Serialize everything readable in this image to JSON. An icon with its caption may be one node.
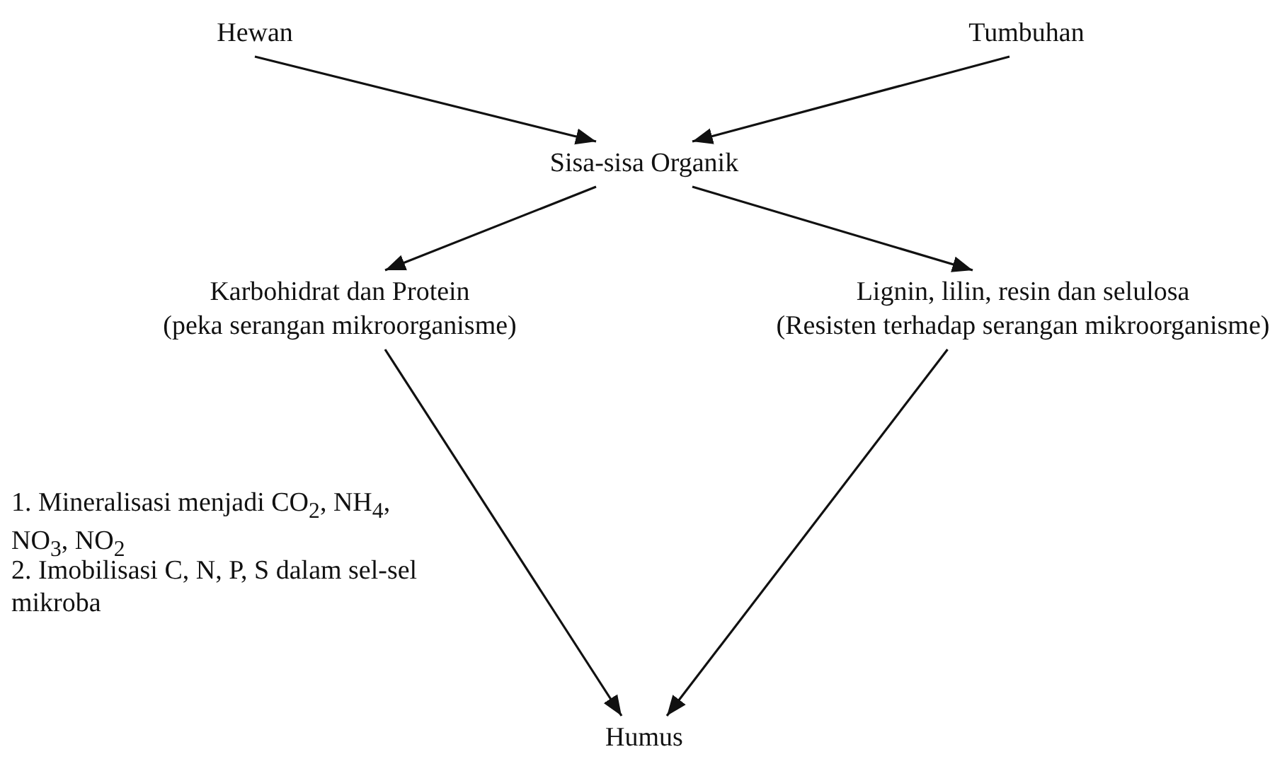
{
  "diagram": {
    "nodes": [
      {
        "text": [
          "Hewan"
        ]
      },
      {
        "text": [
          "Tumbuhan"
        ]
      },
      {
        "text": [
          "Sisa-sisa Organik"
        ]
      },
      {
        "text": [
          "Karbohidrat dan Protein",
          "(peka serangan mikroorganisme)"
        ]
      },
      {
        "text": [
          "Lignin, lilin, resin dan selulosa",
          "(Resisten terhadap serangan mikroorganisme)"
        ]
      },
      {
        "text": [
          "Humus"
        ]
      }
    ],
    "edges": [
      {
        "from": 0,
        "to": 2,
        "arrow": "to"
      },
      {
        "from": 1,
        "to": 2,
        "arrow": "to"
      },
      {
        "from": 2,
        "to": 3,
        "arrow": "to"
      },
      {
        "from": 2,
        "to": 4,
        "arrow": "to"
      },
      {
        "from": 3,
        "to": 5,
        "arrow": "to"
      },
      {
        "from": 4,
        "to": 5,
        "arrow": "to"
      }
    ],
    "labels": [
      "1. Mineralisasi menjadi CO$_{2}$, NH$_{4}$, NO$_{3}$, NO$_{2}$",
      "2. Imobilisasi C, N, P, S dalam sel-sel mikroba"
    ]
  }
}
